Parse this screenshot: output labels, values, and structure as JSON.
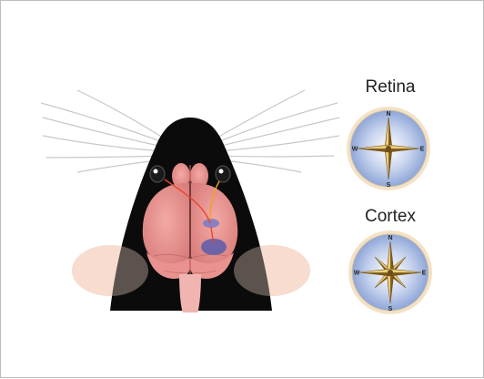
{
  "labels": {
    "retina": "Retina",
    "cortex": "Cortex"
  },
  "compass_letters": {
    "north": "N",
    "south": "S",
    "east": "E",
    "west": "W"
  },
  "colors": {
    "head": "#0b0b0b",
    "brain": "#e9928f",
    "ear": "#f6d9cc",
    "visual_area": "#7b6fb0",
    "pathway": "#e8452a",
    "compass_face": "#9fb3df",
    "compass_rim": "#f3e2c6",
    "star_gold": "#b48a2e",
    "whisker": "#c8c8c8"
  }
}
